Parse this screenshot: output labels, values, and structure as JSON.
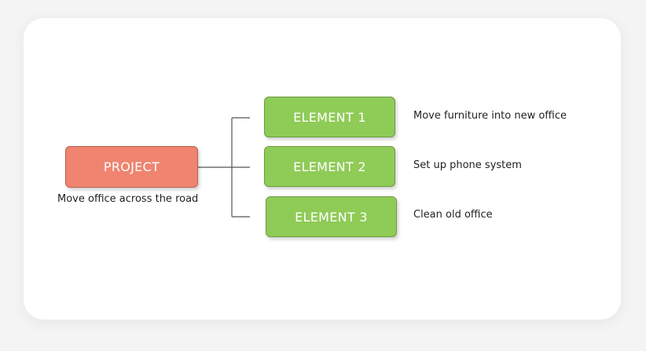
{
  "project": {
    "label": "PROJECT",
    "description": "Move office across the road"
  },
  "elements": [
    {
      "label": "ELEMENT 1",
      "description": "Move furniture into new office"
    },
    {
      "label": "ELEMENT 2",
      "description": "Set up phone system"
    },
    {
      "label": "ELEMENT 3",
      "description": "Clean old office"
    }
  ],
  "colors": {
    "project_fill": "#ef8470",
    "element_fill": "#8fcb57",
    "connector": "#555555"
  }
}
